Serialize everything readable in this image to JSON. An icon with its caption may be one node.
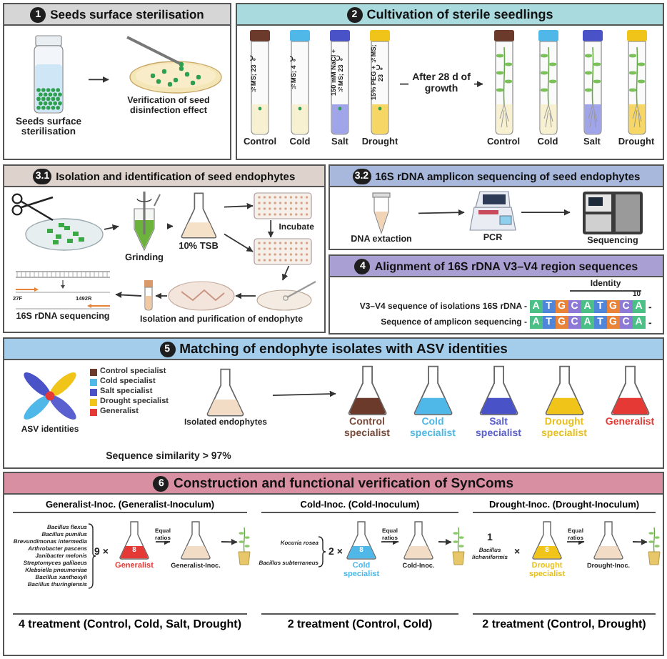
{
  "diagram": {
    "nodes": [
      {
        "text": [
          "1",
          "Seeds surface sterilisation"
        ]
      },
      {
        "text": [
          "Seeds surface sterilisation"
        ],
        "in": 0
      },
      {
        "text": [
          "Verification of seed disinfection effect"
        ],
        "in": 0
      },
      {
        "text": [
          "2",
          "Cultivation of sterile seedlings"
        ]
      },
      {
        "text": [
          "½MS; 23 ℃",
          "Control"
        ],
        "in": 3
      },
      {
        "text": [
          "½MS; 4 ℃",
          "Cold"
        ],
        "in": 3
      },
      {
        "text": [
          "150 mM NaCl + ½MS; 23 ℃",
          "Salt"
        ],
        "in": 3
      },
      {
        "text": [
          "15% PEG + ½MS; 23 ℃",
          "Drought"
        ],
        "in": 3
      },
      {
        "text": [
          "Control"
        ],
        "in": 3
      },
      {
        "text": [
          "Cold"
        ],
        "in": 3
      },
      {
        "text": [
          "Salt"
        ],
        "in": 3
      },
      {
        "text": [
          "Drought"
        ],
        "in": 3
      },
      {
        "text": [
          "3.1",
          "Isolation and identification of seed endophytes"
        ]
      },
      {
        "text": [],
        "shape": "picture",
        "in": 12
      },
      {
        "text": [
          "Grinding"
        ],
        "in": 12
      },
      {
        "text": [
          "10% TSB"
        ],
        "in": 12
      },
      {
        "text": [],
        "shape": "picture",
        "in": 12
      },
      {
        "text": [],
        "shape": "picture",
        "in": 12
      },
      {
        "text": [],
        "shape": "picture",
        "in": 12
      },
      {
        "text": [],
        "shape": "picture",
        "in": 12
      },
      {
        "text": [],
        "shape": "picture",
        "in": 12
      },
      {
        "text": [
          "16S rDNA sequencing"
        ],
        "in": 12
      },
      {
        "text": [
          "3.2",
          "16S rDNA amplicon sequencing of seed endophytes"
        ]
      },
      {
        "text": [
          "DNA extaction"
        ],
        "in": 22
      },
      {
        "text": [
          "PCR"
        ],
        "in": 22
      },
      {
        "text": [
          "Sequencing"
        ],
        "in": 22
      },
      {
        "text": [
          "4",
          "Alignment of 16S rDNA V3–V4 region sequences"
        ]
      },
      {
        "text": [
          "5",
          "Matching of endophyte isolates with ASV identities"
        ]
      },
      {
        "text": [
          "ASV identities"
        ],
        "in": 27
      },
      {
        "text": [
          "Isolated endophytes"
        ],
        "in": 27
      },
      {
        "text": [
          "Control specialist"
        ],
        "in": 27
      },
      {
        "text": [
          "Cold specialist"
        ],
        "in": 27
      },
      {
        "text": [
          "Salt specialist"
        ],
        "in": 27
      },
      {
        "text": [
          "Drought specialist"
        ],
        "in": 27
      },
      {
        "text": [
          "Generalist"
        ],
        "in": 27
      },
      {
        "text": [
          "6",
          "Construction and functional verification of SynComs"
        ]
      },
      {
        "text": [
          "Generalist-Inoc. (Generalist-Inoculum)",
          "4 treatment (Control, Cold, Salt, Drought)"
        ],
        "in": 35
      },
      {
        "text": [
          "Generalist"
        ],
        "in": 36
      },
      {
        "text": [
          "Generalist-Inoc."
        ],
        "in": 36
      },
      {
        "text": [],
        "shape": "picture",
        "in": 36
      },
      {
        "text": [
          "Cold-Inoc. (Cold-Inoculum)",
          "2 treatment (Control, Cold)"
        ],
        "in": 35
      },
      {
        "text": [
          "Cold specialist"
        ],
        "in": 40
      },
      {
        "text": [
          "Cold-Inoc."
        ],
        "in": 40
      },
      {
        "text": [],
        "shape": "picture",
        "in": 40
      },
      {
        "text": [
          "Drought-Inoc. (Drought-Inoculum)",
          "2 treatment (Control, Drought)"
        ],
        "in": 35
      },
      {
        "text": [
          "Drought specialist"
        ],
        "in": 44
      },
      {
        "text": [
          "Drought-Inoc."
        ],
        "in": 44
      },
      {
        "text": [],
        "shape": "picture",
        "in": 44
      }
    ],
    "edges": [
      {
        "from": 1,
        "to": 2,
        "arrow": "to"
      },
      {
        "from": 7,
        "to": 8,
        "arrow": "to",
        "label": "After 28 d of growth"
      },
      {
        "from": 13,
        "to": 14,
        "arrow": "to"
      },
      {
        "from": 14,
        "to": 15,
        "arrow": "to"
      },
      {
        "from": 15,
        "to": 16,
        "arrow": "to"
      },
      {
        "from": 15,
        "to": 17,
        "arrow": "to"
      },
      {
        "from": 16,
        "to": 17,
        "arrow": "to",
        "label": "Incubate"
      },
      {
        "from": 17,
        "to": 18,
        "arrow": "to"
      },
      {
        "from": 18,
        "to": 19,
        "arrow": "to"
      },
      {
        "from": 19,
        "to": 20,
        "arrow": "to"
      },
      {
        "from": 20,
        "to": 21,
        "arrow": "to"
      },
      {
        "from": 23,
        "to": 24,
        "arrow": "to"
      },
      {
        "from": 24,
        "to": 25,
        "arrow": "to"
      },
      {
        "from": 29,
        "to": 30,
        "arrow": "to"
      },
      {
        "from": 37,
        "to": 38,
        "arrow": "to",
        "label": "Equal ratios"
      },
      {
        "from": 38,
        "to": 39,
        "arrow": "to"
      },
      {
        "from": 41,
        "to": 42,
        "arrow": "to",
        "label": "Equal ratios"
      },
      {
        "from": 42,
        "to": 43,
        "arrow": "to"
      },
      {
        "from": 45,
        "to": 46,
        "arrow": "to",
        "label": "Equal ratios"
      },
      {
        "from": 46,
        "to": 47,
        "arrow": "to"
      }
    ],
    "labels": [
      "27F",
      "1492R",
      "Isolation and purification of endophyte",
      "Identity",
      "10",
      "V3–V4 sequence of isolations 16S rDNA -",
      "A",
      "T",
      "G",
      "C",
      "A",
      "T",
      "G",
      "C",
      "A",
      "-",
      "Sequence of amplicon sequencing -",
      "A",
      "T",
      "G",
      "C",
      "A",
      "T",
      "G",
      "C",
      "A",
      "-",
      "Sequence similarity > 97%",
      "Bacillus flexus",
      "Bacillus pumilus",
      "Brevundimonas intermedia",
      "Arthrobacter pascens",
      "Janibacter melonis",
      "Streptomyces galilaeus",
      "Klebsiella pneumoniae",
      "Bacillus xanthoxyli",
      "Bacillus thuringiensis",
      "9 ×",
      "8",
      "Kocuria rosea",
      "Bacillus subterraneus",
      "2 ×",
      "8",
      "1",
      "Bacillus licheniformis",
      "×",
      "8"
    ],
    "legend": [
      {
        "text": "Control specialist",
        "color": "#6b3a2a"
      },
      {
        "text": "Cold specialist",
        "color": "#4fb8e8"
      },
      {
        "text": "Salt specialist",
        "color": "#4a52c8"
      },
      {
        "text": "Drought specialist",
        "color": "#f0c419"
      },
      {
        "text": "Generalist",
        "color": "#e53935"
      }
    ]
  }
}
